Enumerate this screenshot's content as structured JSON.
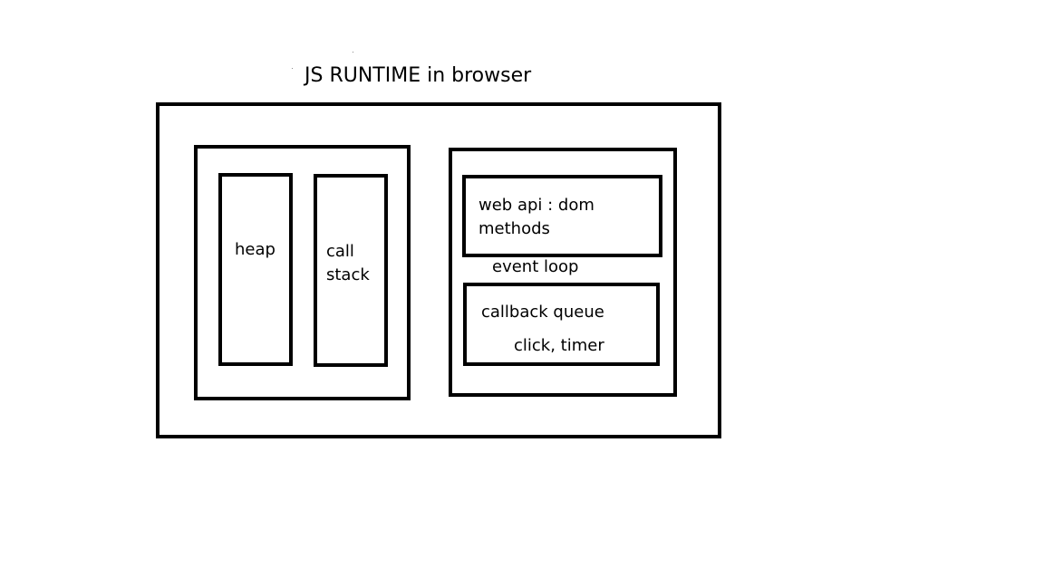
{
  "diagram": {
    "title": "JS RUNTIME in browser",
    "engine": {
      "heap": {
        "label": "heap"
      },
      "call_stack": {
        "label_line1": "call",
        "label_line2": "stack"
      }
    },
    "browser_env": {
      "web_api": {
        "label_line1": "web api : dom",
        "label_line2": "methods"
      },
      "event_loop": {
        "label": "event loop"
      },
      "callback_queue": {
        "label": "callback queue",
        "sublabel": "click, timer"
      }
    }
  }
}
